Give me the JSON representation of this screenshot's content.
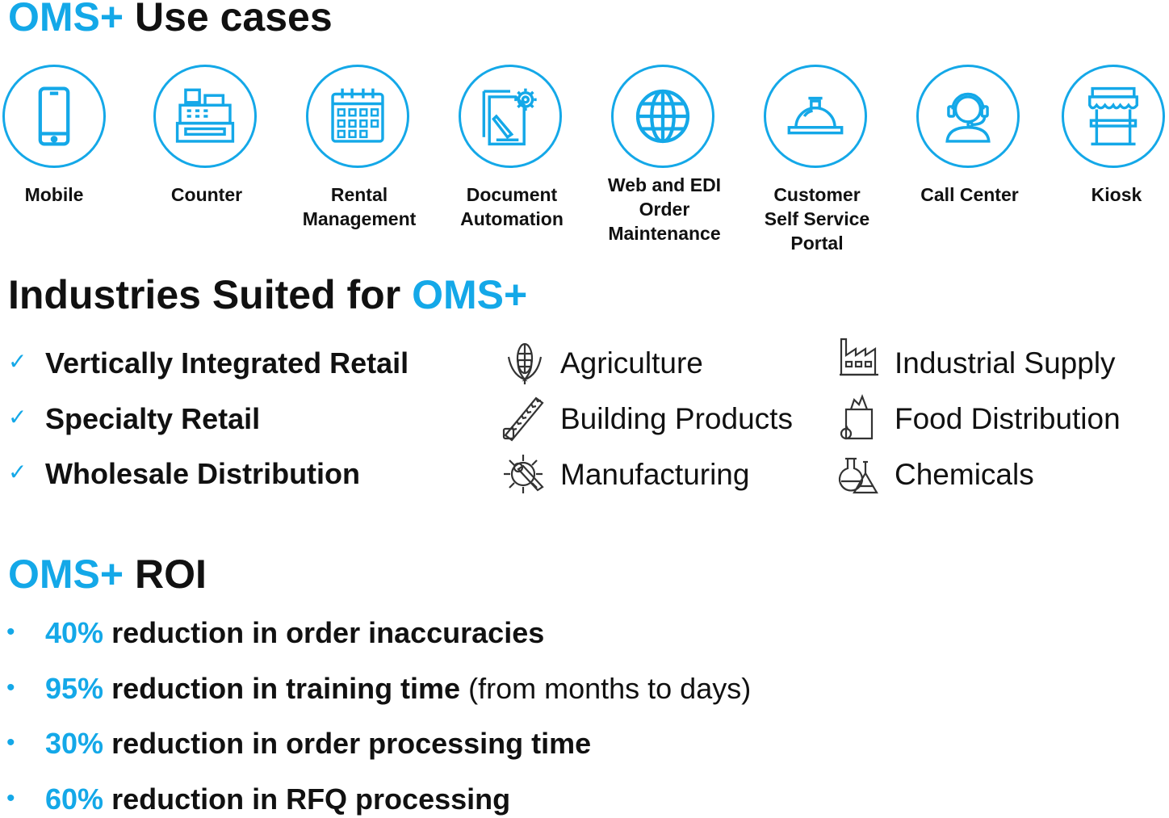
{
  "use_cases": {
    "title_brand": "OMS+",
    "title_rest": " Use cases",
    "items": [
      {
        "label": "Mobile",
        "icon": "mobile-phone-icon"
      },
      {
        "label": "Counter",
        "icon": "cash-register-icon"
      },
      {
        "label": "Rental\nManagement",
        "icon": "calendar-icon"
      },
      {
        "label": "Document\nAutomation",
        "icon": "document-gear-icon"
      },
      {
        "label": "Web and EDI\nOrder\nMaintenance",
        "icon": "globe-icon"
      },
      {
        "label": "Customer\nSelf Service\nPortal",
        "icon": "service-bell-icon"
      },
      {
        "label": "Call Center",
        "icon": "headset-agent-icon"
      },
      {
        "label": "Kiosk",
        "icon": "kiosk-stand-icon"
      }
    ]
  },
  "industries": {
    "title_rest": "Industries Suited for ",
    "title_brand": "OMS+",
    "segments": [
      "Vertically Integrated Retail",
      "Specialty Retail",
      "Wholesale Distribution"
    ],
    "column1": [
      {
        "label": "Agriculture",
        "icon": "corn-icon"
      },
      {
        "label": "Building Products",
        "icon": "saw-icon"
      },
      {
        "label": "Manufacturing",
        "icon": "gear-wrench-icon"
      }
    ],
    "column2": [
      {
        "label": "Industrial Supply",
        "icon": "factory-icon"
      },
      {
        "label": "Food Distribution",
        "icon": "grocery-bag-icon"
      },
      {
        "label": "Chemicals",
        "icon": "flask-icon"
      }
    ]
  },
  "roi": {
    "title_brand": "OMS+",
    "title_rest": " ROI",
    "items": [
      {
        "pct": "40%",
        "text": " reduction in order inaccuracies",
        "note": ""
      },
      {
        "pct": "95%",
        "text": " reduction in training time",
        "note": " (from months to days)"
      },
      {
        "pct": "30%",
        "text": " reduction in order processing time",
        "note": ""
      },
      {
        "pct": "60%",
        "text": " reduction in RFQ processing",
        "note": ""
      }
    ]
  },
  "colors": {
    "accent": "#14a8e8",
    "text": "#111111"
  }
}
